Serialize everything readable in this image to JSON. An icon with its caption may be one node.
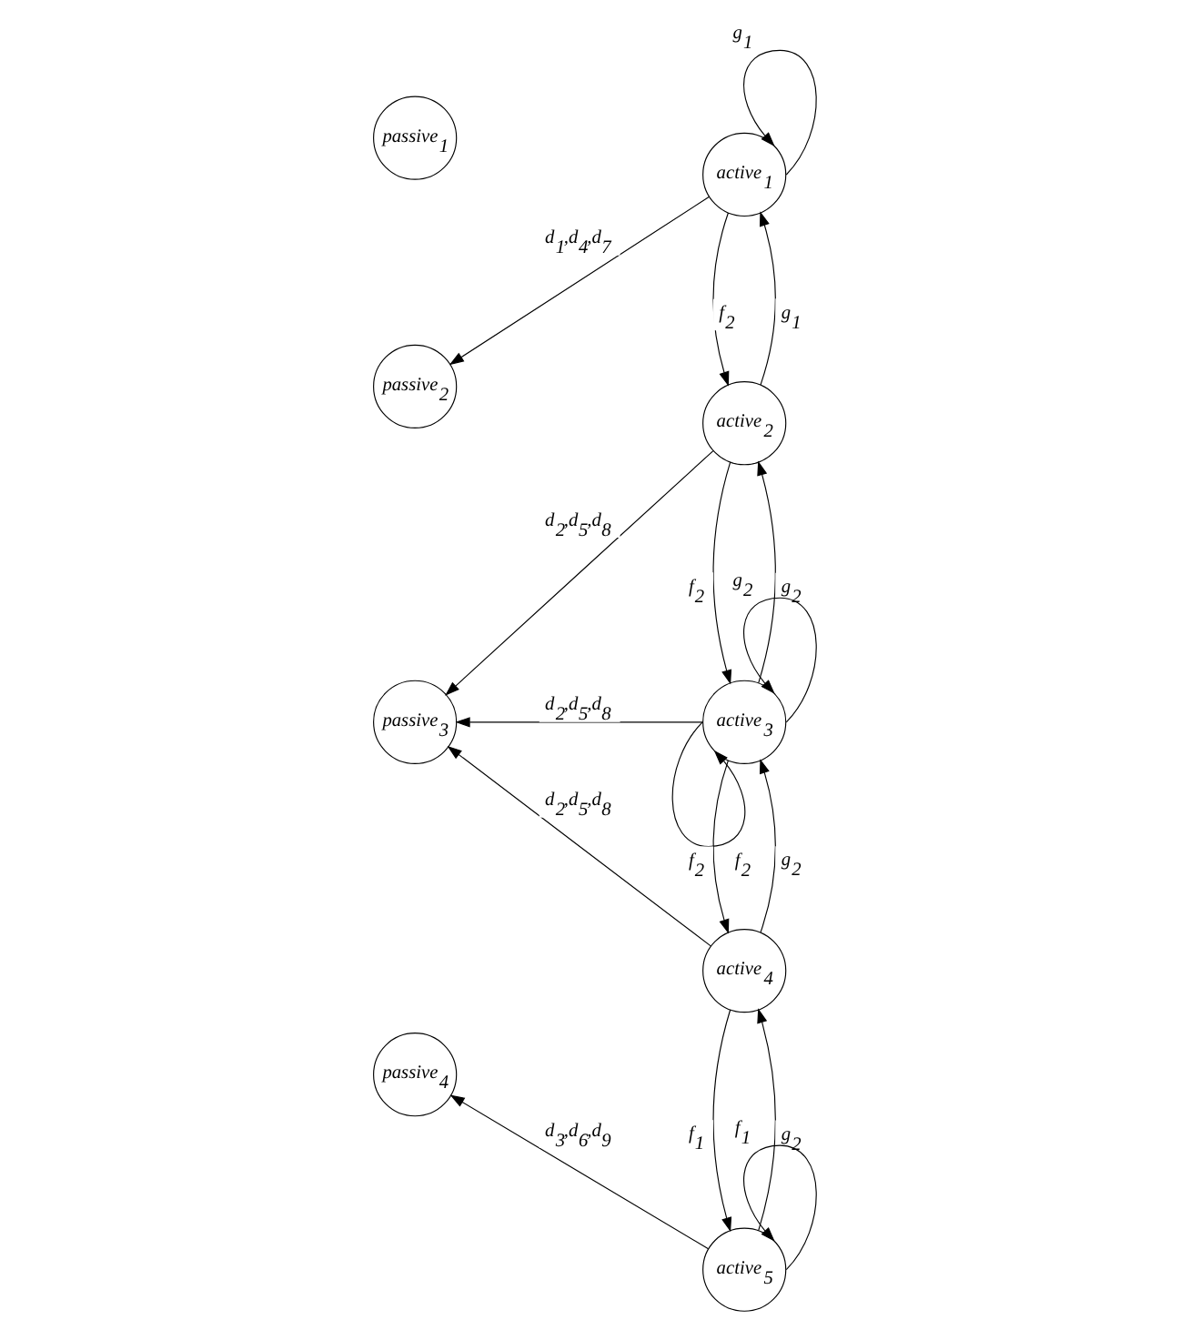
{
  "diagram": {
    "nodes": [
      {
        "text": [
          "passive$_{1}$"
        ]
      },
      {
        "text": [
          "passive$_{2}$"
        ]
      },
      {
        "text": [
          "passive$_{3}$"
        ]
      },
      {
        "text": [
          "passive$_{4}$"
        ]
      },
      {
        "text": [
          "active$_{1}$"
        ]
      },
      {
        "text": [
          "active$_{2}$"
        ]
      },
      {
        "text": [
          "active$_{3}$"
        ]
      },
      {
        "text": [
          "active$_{4}$"
        ]
      },
      {
        "text": [
          "active$_{5}$"
        ]
      }
    ],
    "edges": [
      {
        "from": 4,
        "to": 1,
        "arrow": "to",
        "label": "d$_{1}$,d$_{4}$,d$_{7}$"
      },
      {
        "from": 4,
        "to": 4,
        "arrow": "to",
        "label": "g$_{1}$"
      },
      {
        "from": 4,
        "to": 5,
        "arrow": "to",
        "label": "f$_{2}$"
      },
      {
        "from": 5,
        "to": 4,
        "arrow": "to",
        "label": "g$_{1}$"
      },
      {
        "from": 5,
        "to": 2,
        "arrow": "to",
        "label": "d$_{2}$,d$_{5}$,d$_{8}$"
      },
      {
        "from": 5,
        "to": 6,
        "arrow": "to",
        "label": "f$_{2}$"
      },
      {
        "from": 6,
        "to": 5,
        "arrow": "to",
        "label": "g$_{2}$"
      },
      {
        "from": 6,
        "to": 6,
        "arrow": "to",
        "label": "g$_{2}$"
      },
      {
        "from": 6,
        "to": 6,
        "arrow": "to",
        "label": "f$_{2}$"
      },
      {
        "from": 6,
        "to": 2,
        "arrow": "to",
        "label": "d$_{2}$,d$_{5}$,d$_{8}$"
      },
      {
        "from": 6,
        "to": 7,
        "arrow": "to",
        "label": "f$_{2}$"
      },
      {
        "from": 7,
        "to": 6,
        "arrow": "to",
        "label": "g$_{2}$"
      },
      {
        "from": 7,
        "to": 2,
        "arrow": "to",
        "label": "d$_{2}$,d$_{5}$,d$_{8}$"
      },
      {
        "from": 7,
        "to": 8,
        "arrow": "to",
        "label": "f$_{1}$"
      },
      {
        "from": 8,
        "to": 7,
        "arrow": "to",
        "label": "g$_{2}$"
      },
      {
        "from": 8,
        "to": 8,
        "arrow": "to",
        "label": "f$_{1}$"
      },
      {
        "from": 8,
        "to": 3,
        "arrow": "to",
        "label": "d$_{3}$,d$_{6}$,d$_{9}$"
      }
    ]
  }
}
